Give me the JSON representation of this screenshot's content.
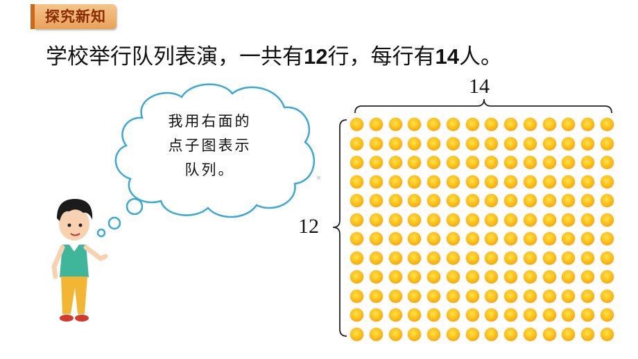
{
  "header": {
    "tag_label": "探究新知"
  },
  "problem": {
    "part1": "学校举行队列表演，一共有",
    "rows": "12",
    "part2": "行，每行有",
    "per_row": "14",
    "part3": "人。"
  },
  "thought_bubble": {
    "line1": "我用右面的",
    "line2": "点子图表示",
    "line3": "队列。"
  },
  "dot_diagram": {
    "top_label": "14",
    "left_label": "12",
    "columns": 14,
    "rows": 12,
    "dot_color": "#ffc21a"
  },
  "colors": {
    "tag_bg": "#eba563",
    "tag_text": "#8a2a00",
    "cloud_stroke": "#3aa7d8"
  }
}
